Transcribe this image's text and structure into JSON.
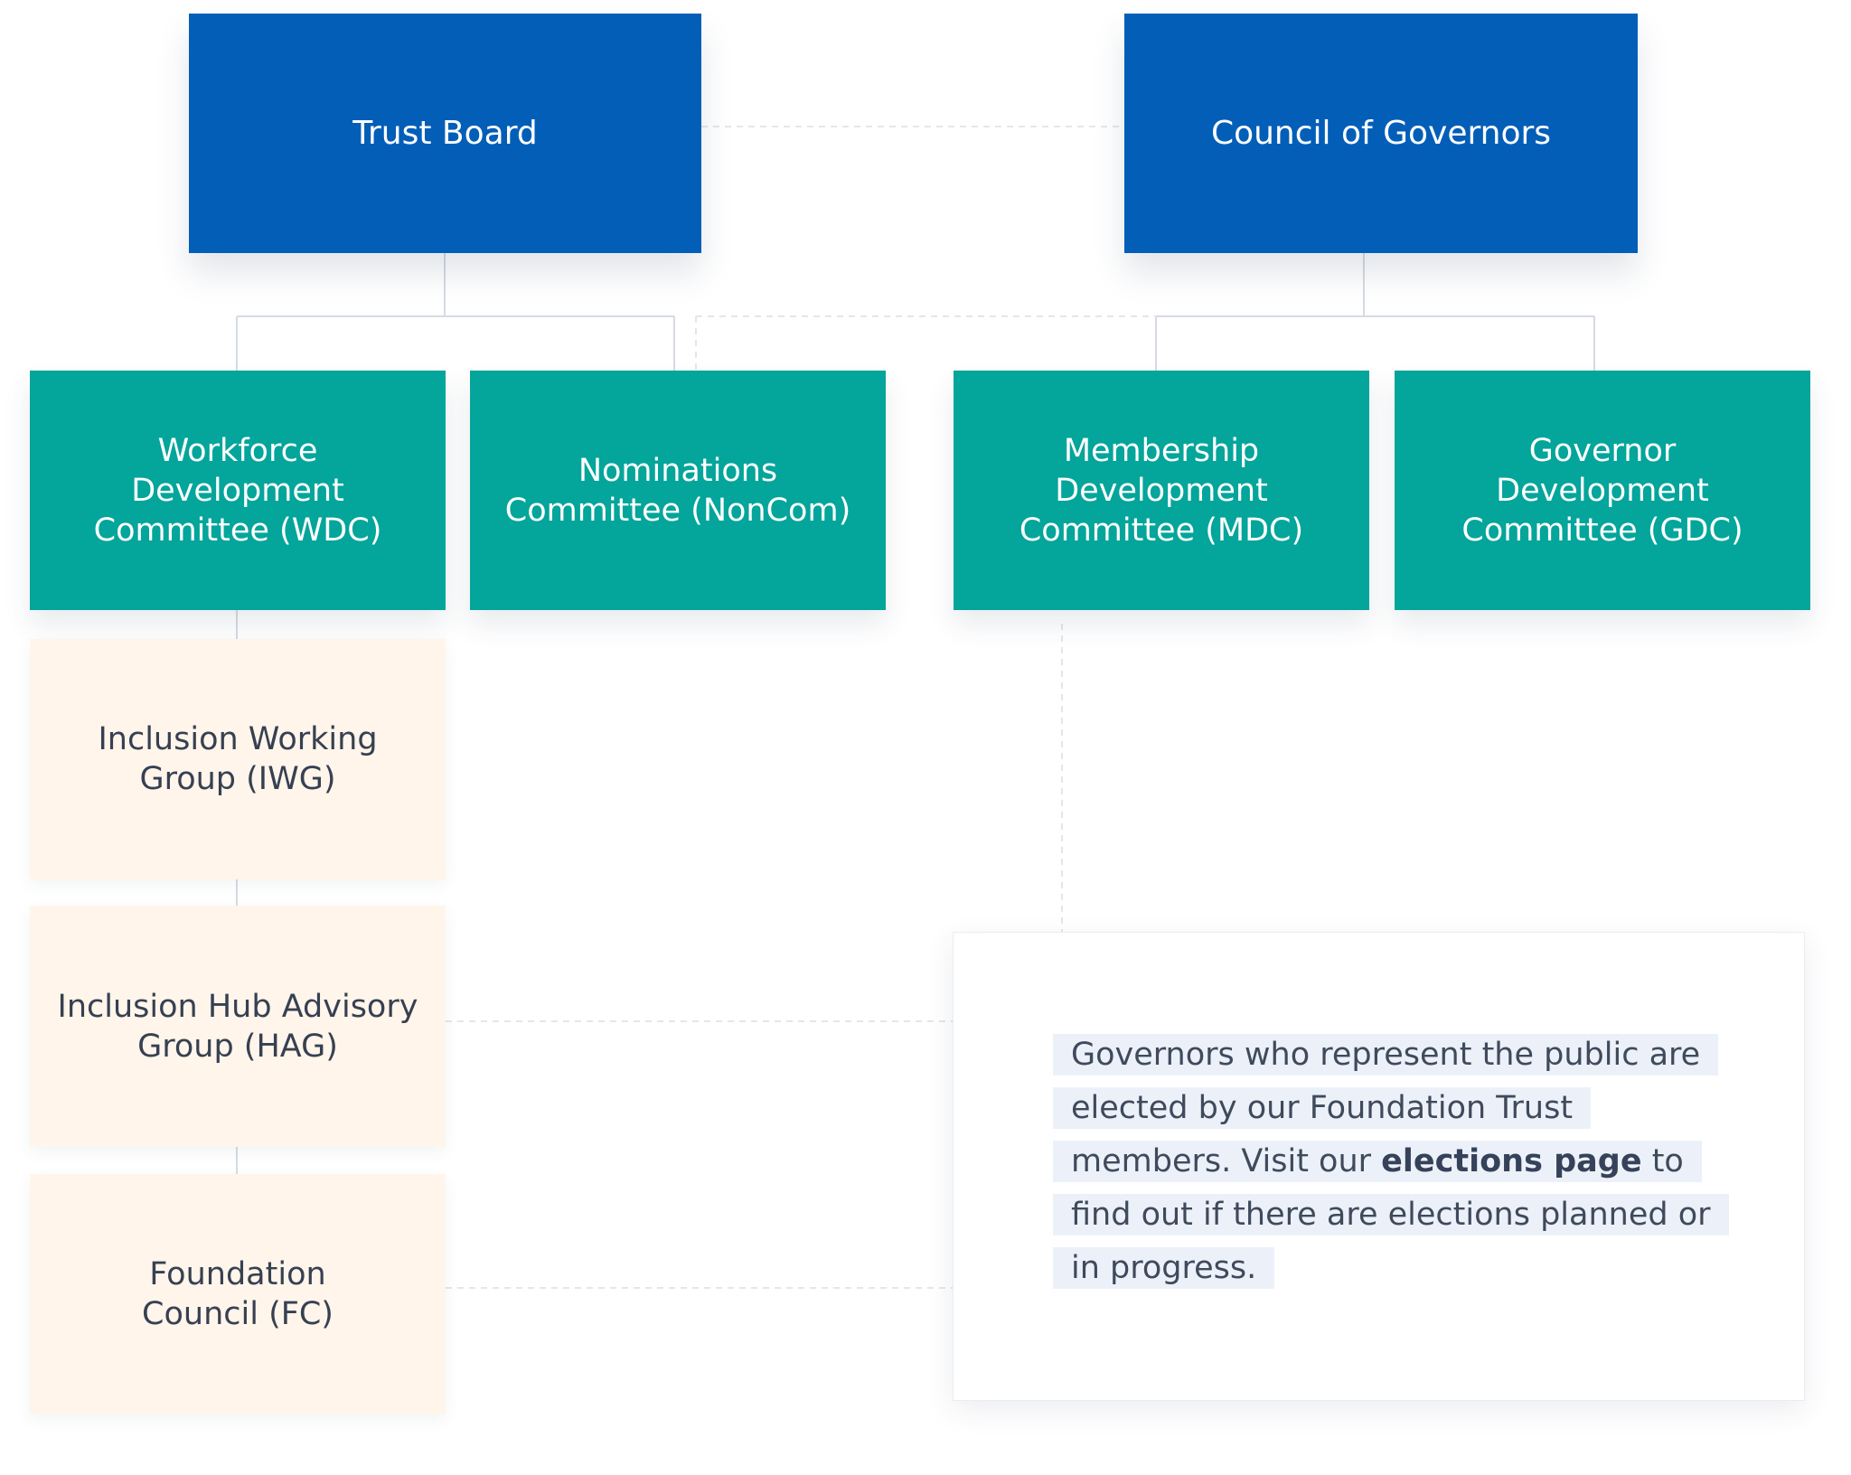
{
  "top_level": {
    "trust_board": "Trust Board",
    "council_of_governors": "Council of Governors"
  },
  "committees": {
    "wdc": "Workforce\nDevelopment\nCommittee (WDC)",
    "noncom": "Nominations\nCommittee (NonCom)",
    "mdc": "Membership\nDevelopment\nCommittee (MDC)",
    "gdc": "Governor\nDevelopment\nCommittee (GDC)"
  },
  "groups": {
    "iwg": "Inclusion Working\nGroup (IWG)",
    "hag": "Inclusion Hub Advisory\nGroup (HAG)",
    "fc": "Foundation\nCouncil (FC)"
  },
  "info": {
    "text_before": "Governors who represent the public are elected by our Foundation Trust members. Visit our ",
    "link": "elections page",
    "text_after": " to find out if there are elections planned or in progress."
  },
  "colors": {
    "top_level": "#035EB8",
    "committee": "#04A59B",
    "group": "#FFF5EA",
    "connector": "#d7dde3"
  }
}
